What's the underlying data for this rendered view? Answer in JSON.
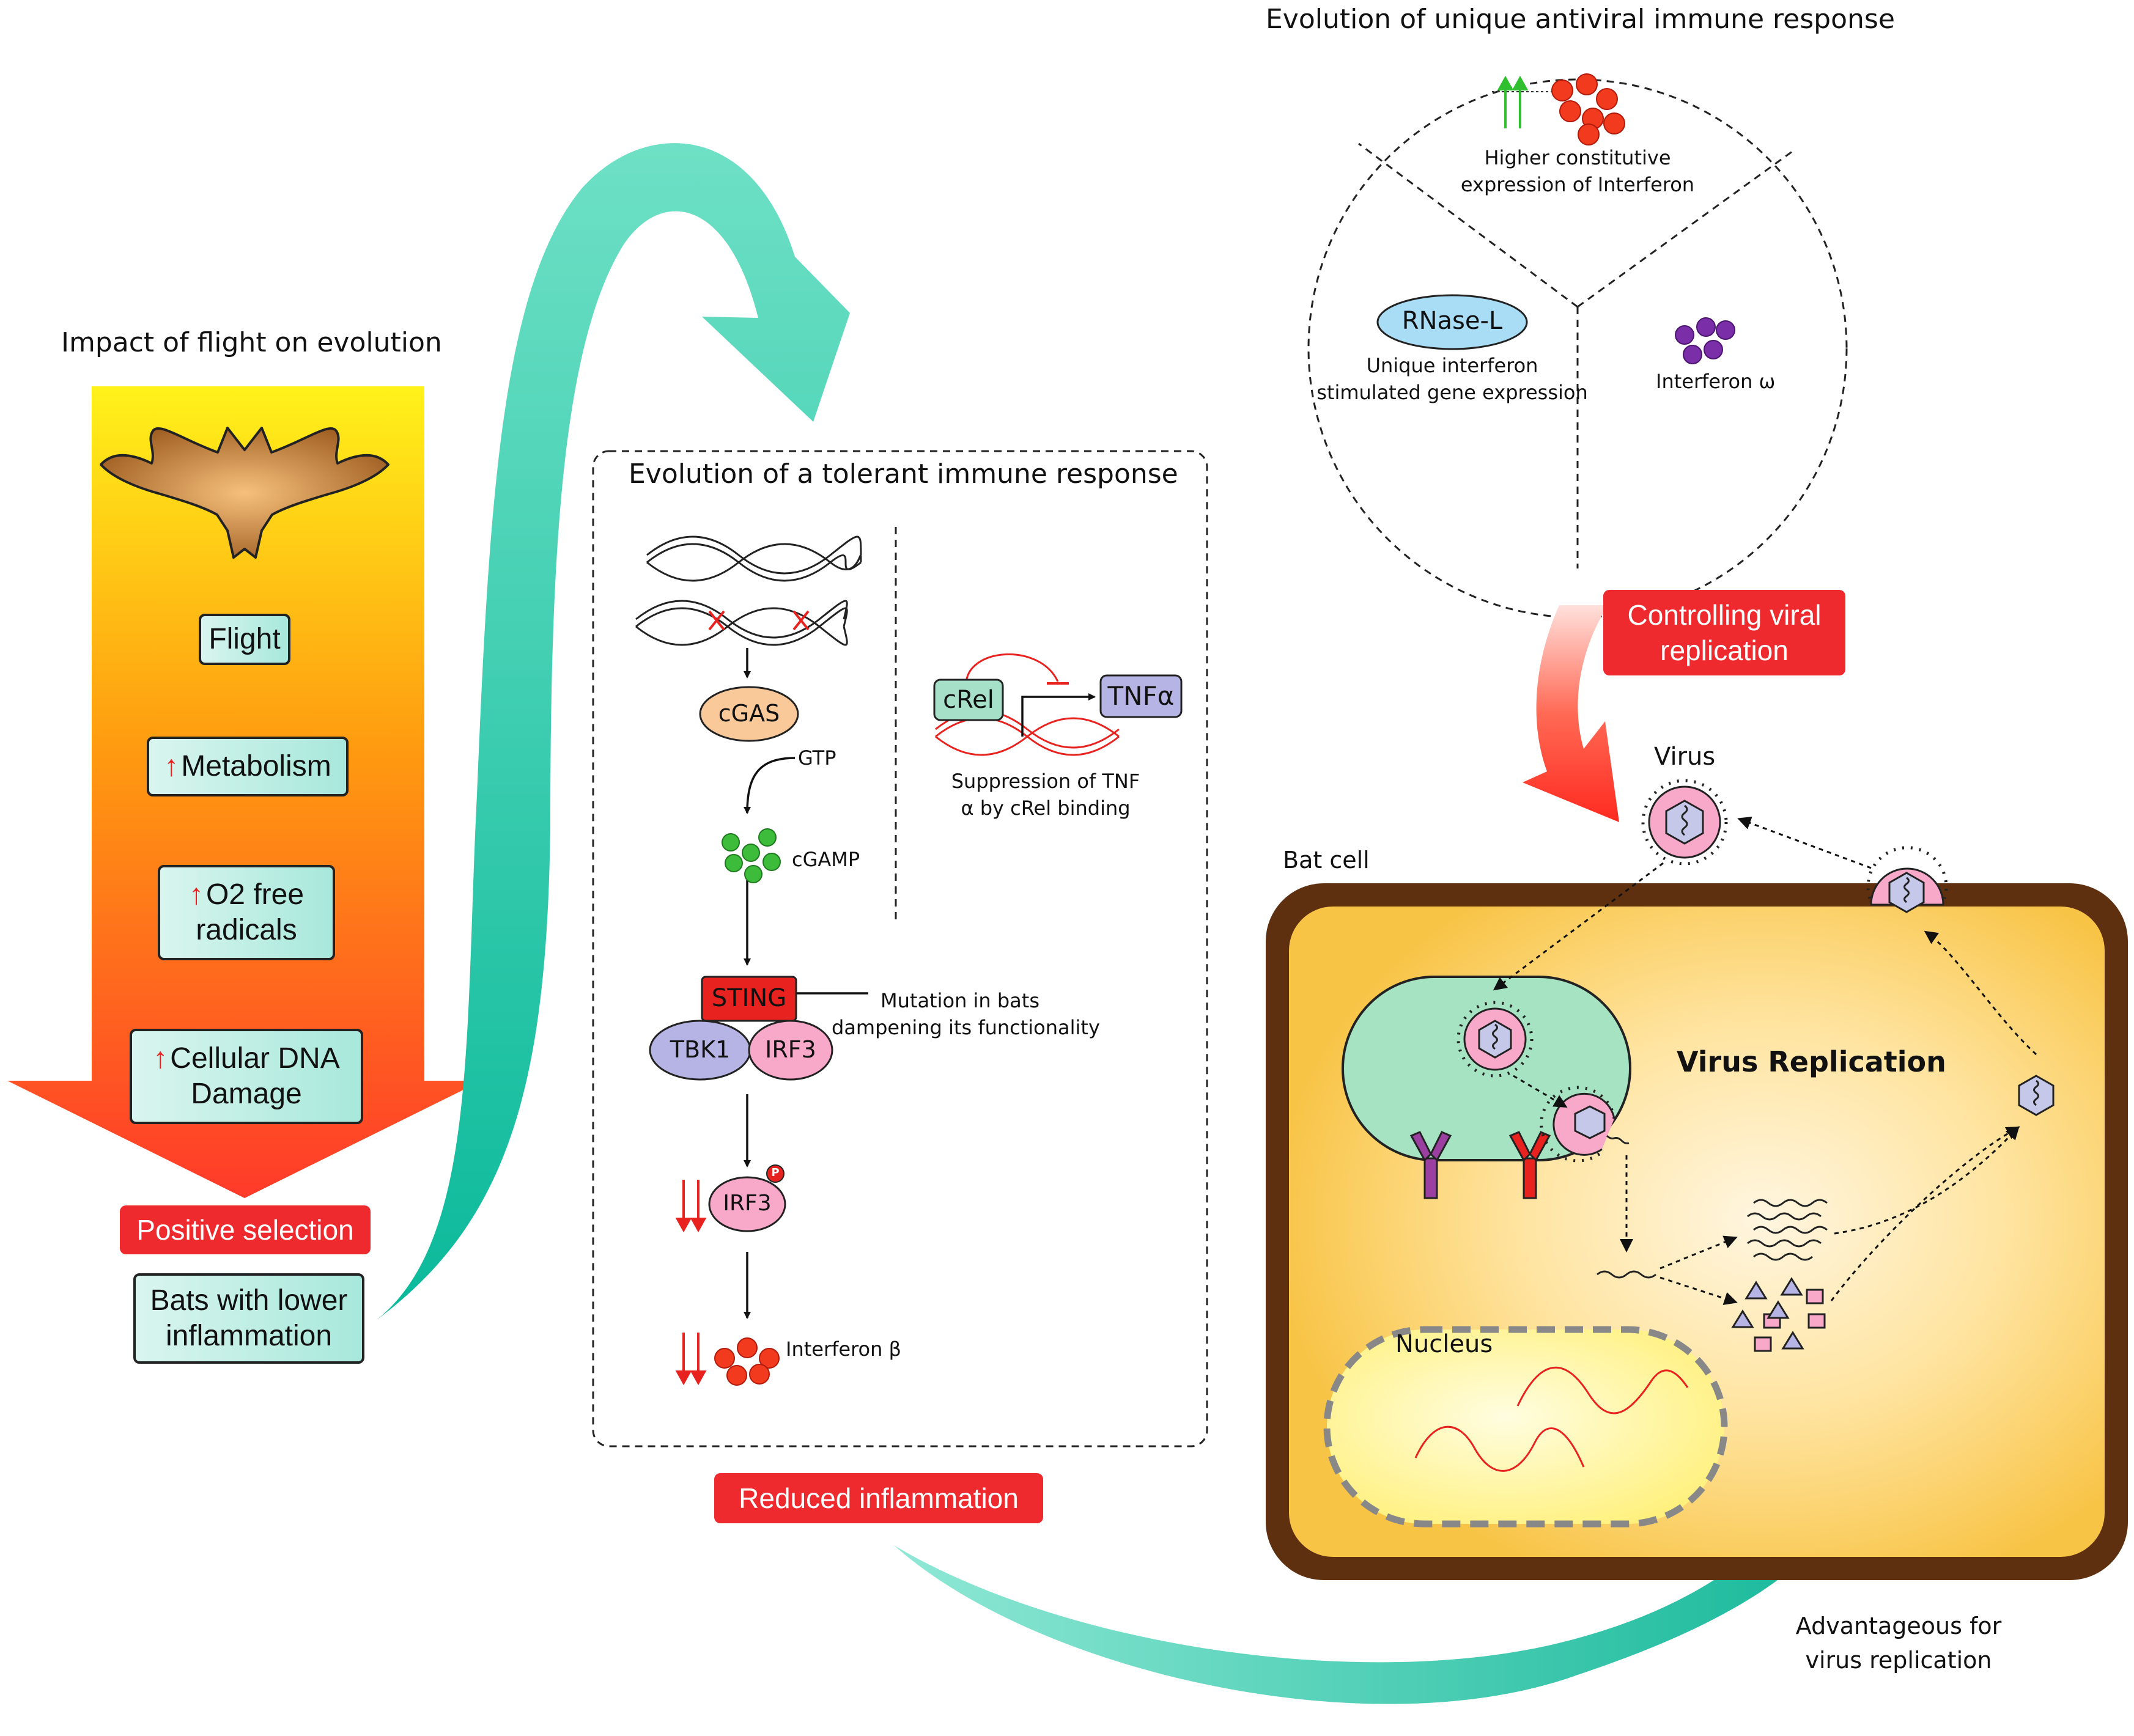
{
  "left_panel": {
    "title": "Impact of flight on evolution",
    "boxes": [
      "Flight",
      "Metabolism",
      "O2 free radicals",
      "Cellular DNA Damage"
    ],
    "box_line1": [
      "Flight",
      "Metabolism",
      "O2 free",
      "Cellular DNA"
    ],
    "box_line2": [
      "",
      "",
      "radicals",
      "Damage"
    ],
    "positive_selection": "Positive selection",
    "bats_lower_inflammation_1": "Bats with lower",
    "bats_lower_inflammation_2": "inflammation"
  },
  "middle_panel": {
    "title": "Evolution of a tolerant immune response",
    "cgas": "cGAS",
    "gtp": "GTP",
    "cgamp": "cGAMP",
    "sting": "STING",
    "tbk1": "TBK1",
    "irf3": "IRF3",
    "irf3_p": "IRF3",
    "p_badge": "P",
    "mutation_1": "Mutation in bats",
    "mutation_2": "dampening its functionality",
    "crel": "cRel",
    "tnfa": "TNFα",
    "suppression_1": "Suppression of TNF",
    "suppression_2": "α by cRel binding",
    "interferon_beta": "Interferon β",
    "reduced_inflammation": "Reduced inflammation"
  },
  "top_right": {
    "title": "Evolution of unique antiviral immune response",
    "higher_1": "Higher constitutive",
    "higher_2": "expression of Interferon",
    "rnase": "RNase-L",
    "unique_1": "Unique interferon",
    "unique_2": "stimulated gene expression",
    "ifn_omega": "Interferon ω",
    "controlling_1": "Controlling viral",
    "controlling_2": "replication"
  },
  "cell": {
    "virus": "Virus",
    "bat_cell": "Bat cell",
    "virus_replication": "Virus Replication",
    "nucleus": "Nucleus",
    "advantageous_1": "Advantageous for",
    "advantageous_2": "virus replication"
  },
  "colors": {
    "teal": "#1cc9a8",
    "red_label": "#ef2a2f",
    "cell_wall": "#5e3010",
    "cell_fill": "#fbd062",
    "endosome": "#a6e3c2",
    "nucleus_fill": "#fdf49a"
  }
}
